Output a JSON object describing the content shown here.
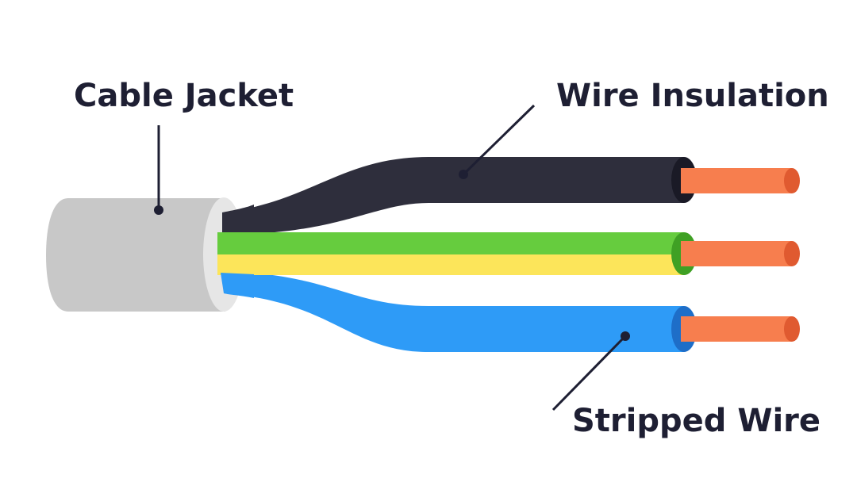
{
  "labels": {
    "cable_jacket": "Cable Jacket",
    "wire_insulation": "Wire Insulation",
    "stripped_wire": "Stripped Wire"
  },
  "colors": {
    "background": "#ffffff",
    "text": "#1e1f33",
    "leader_line": "#1e1f33",
    "jacket": "#c8c8c8",
    "jacket_inner": "#e6e6e6",
    "wire_black": "#2e2e3c",
    "wire_black_end": "#1a1a26",
    "wire_green": "#66cc3e",
    "wire_yellow": "#fce55a",
    "wire_green_end": "#3fa024",
    "wire_blue": "#2e9bf7",
    "wire_blue_end": "#1e6ec8",
    "copper": "#f77e4e",
    "copper_end": "#e05a30"
  }
}
